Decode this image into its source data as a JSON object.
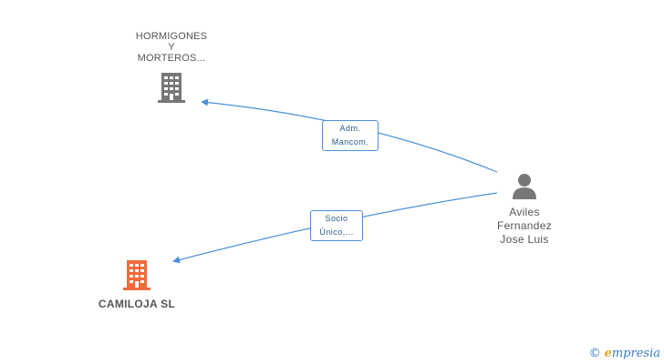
{
  "nodes": {
    "company_top": {
      "lines": [
        "HORMIGONES",
        "Y",
        "MORTEROS..."
      ],
      "icon": "building-icon",
      "color": "#777777"
    },
    "company_focus": {
      "name": "CAMILOJA SL",
      "icon": "building-icon",
      "color": "#ef6b3a"
    },
    "person": {
      "lines": [
        "Aviles",
        "Fernandez",
        "Jose Luis"
      ],
      "icon": "person-icon",
      "color": "#777777"
    }
  },
  "edges": [
    {
      "from": "person",
      "to": "company_top",
      "label_lines": [
        "Adm.",
        "Mancom."
      ]
    },
    {
      "from": "person",
      "to": "company_focus",
      "label_lines": [
        "Socio",
        "Único,..."
      ]
    }
  ],
  "colors": {
    "edge": "#4a90d9"
  },
  "watermark": {
    "copyright": "©",
    "brand_first": "e",
    "brand_rest": "mpresia"
  }
}
